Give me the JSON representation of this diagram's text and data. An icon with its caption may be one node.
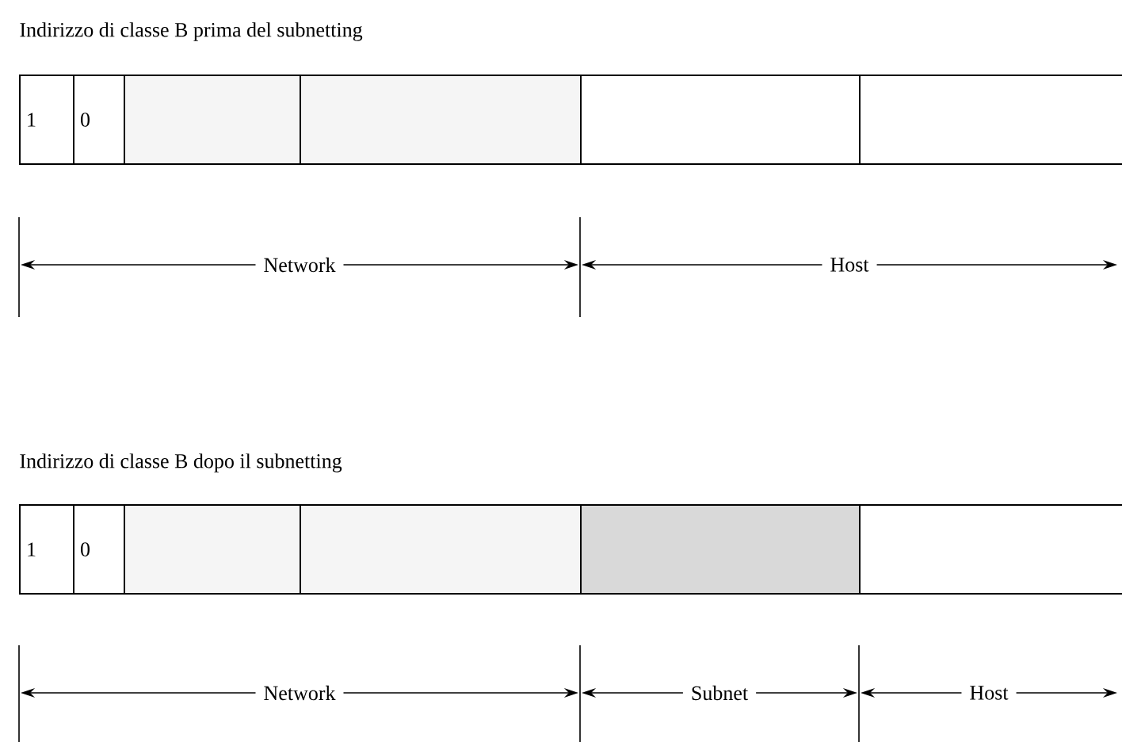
{
  "diagram": {
    "nodes": [
      {
        "text": [
          "1"
        ]
      },
      {
        "text": [
          "0"
        ]
      },
      {
        "text": [],
        "shape": "box"
      },
      {
        "text": [],
        "shape": "box"
      },
      {
        "text": [],
        "shape": "box"
      },
      {
        "text": [],
        "shape": "box"
      },
      {
        "text": [
          "1"
        ]
      },
      {
        "text": [
          "0"
        ]
      },
      {
        "text": [],
        "shape": "box"
      },
      {
        "text": [],
        "shape": "box"
      },
      {
        "text": [],
        "shape": "box"
      },
      {
        "text": [],
        "shape": "box"
      }
    ],
    "labels": [
      "Indirizzo di classe B prima del subnetting",
      "Network",
      "Host",
      "Indirizzo di classe B dopo il subnetting",
      "Network",
      "Subnet",
      "Host"
    ]
  }
}
